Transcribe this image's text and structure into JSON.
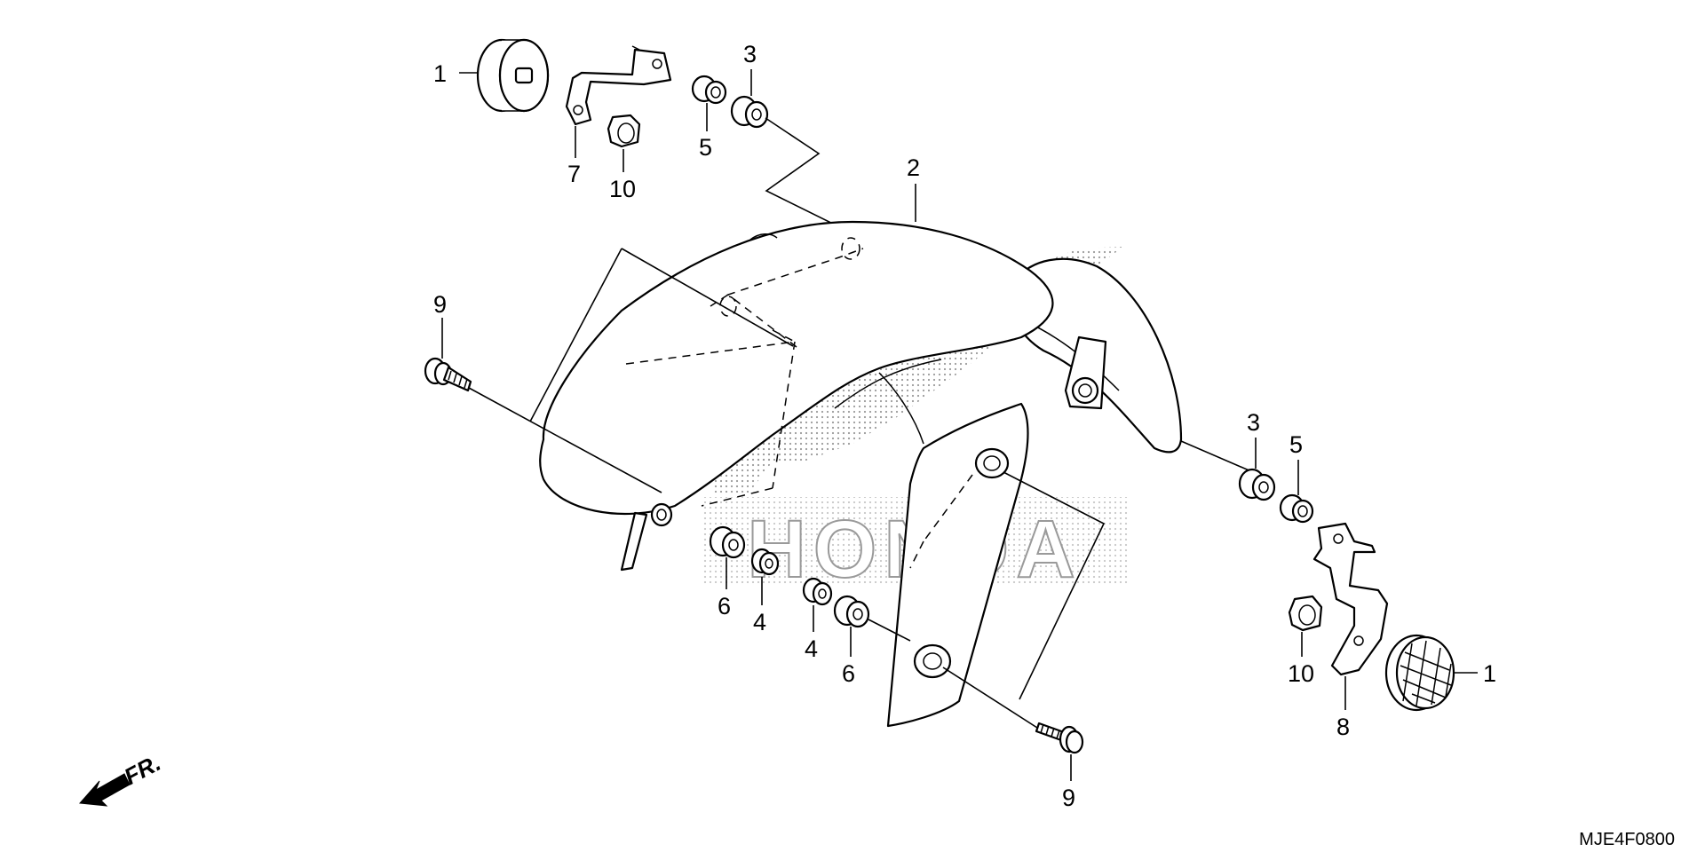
{
  "diagram": {
    "code": "MJE4F0800",
    "direction_label": "FR.",
    "watermark_text": "HONDA",
    "callouts": [
      {
        "id": "c1a",
        "label": "1"
      },
      {
        "id": "c7",
        "label": "7"
      },
      {
        "id": "c10a",
        "label": "10"
      },
      {
        "id": "c5a",
        "label": "5"
      },
      {
        "id": "c3a",
        "label": "3"
      },
      {
        "id": "c2",
        "label": "2"
      },
      {
        "id": "c9a",
        "label": "9"
      },
      {
        "id": "c6a",
        "label": "6"
      },
      {
        "id": "c4a",
        "label": "4"
      },
      {
        "id": "c4b",
        "label": "4"
      },
      {
        "id": "c6b",
        "label": "6"
      },
      {
        "id": "c9b",
        "label": "9"
      },
      {
        "id": "c3b",
        "label": "3"
      },
      {
        "id": "c5b",
        "label": "5"
      },
      {
        "id": "c10b",
        "label": "10"
      },
      {
        "id": "c8",
        "label": "8"
      },
      {
        "id": "c1b",
        "label": "1"
      }
    ]
  }
}
